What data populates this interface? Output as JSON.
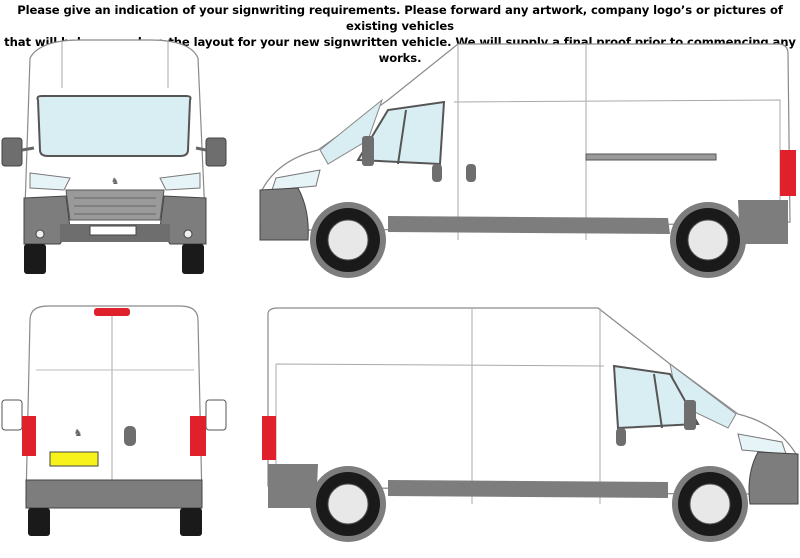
{
  "header": {
    "line1": "Please give an indication of your signwriting requirements. Please forward any artwork, company logo’s or pictures of existing vehicles",
    "line2": "that will help us produce the layout for your new signwritten vehicle. We will supply a final proof prior to commencing any works."
  },
  "colors": {
    "outline": "#8a8a8a",
    "glass": "#d9eef3",
    "trim": "#7d7d7d",
    "tyre": "#1a1a1a",
    "light_red": "#e0202a",
    "plate_yellow": "#f7f21a"
  },
  "views": [
    "front-view",
    "left-side-view",
    "rear-view",
    "right-side-view"
  ]
}
